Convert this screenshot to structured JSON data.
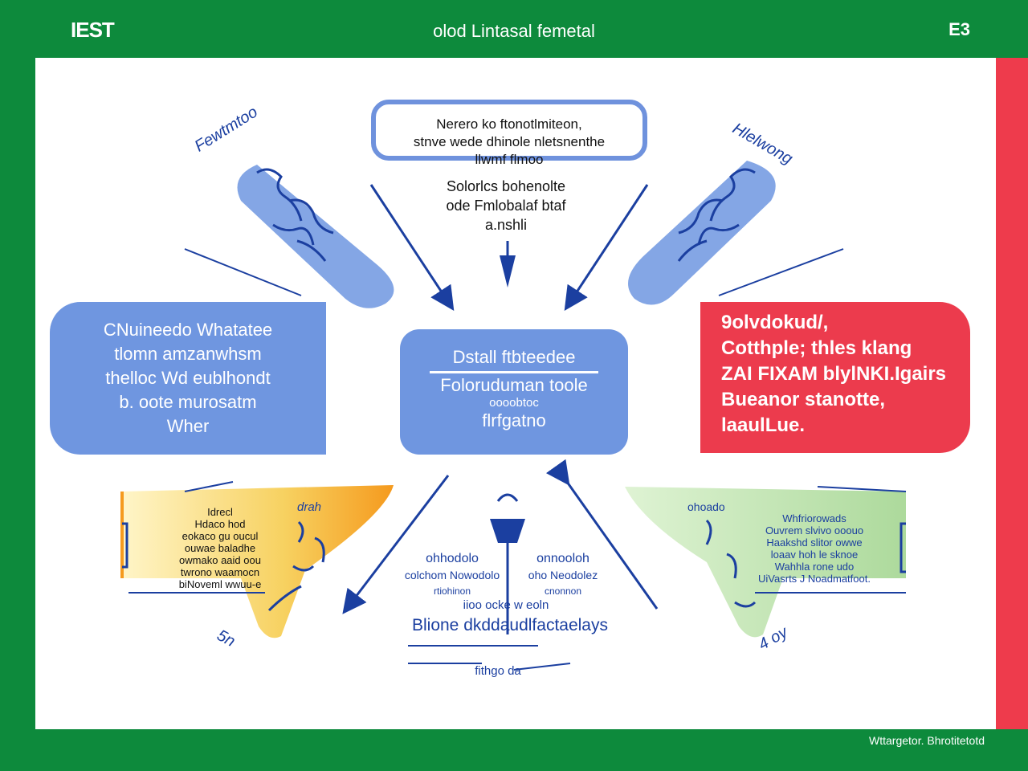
{
  "header": {
    "logo": "IEST",
    "title": "olod Lintasal femetal",
    "corner": "E3"
  },
  "footer": {
    "text": "Wttargetor. Bhrotitetotd"
  },
  "top": {
    "box_lines": [
      "Nerero ko ftonotlmiteon,",
      "stnve wede dhinole nletsnenthe",
      "llwmf flmoo"
    ],
    "text_lines": [
      "Solorlcs bohenolte",
      "ode Fmlobalaf btaf",
      "a.nshli"
    ]
  },
  "left_box": {
    "lines": [
      "CNuineedo Whatatee",
      "tlomn amzanwhsm",
      "thelloc Wd eublhondt",
      "b. oote murosatm",
      "Wher"
    ]
  },
  "center_box": {
    "lines": [
      "Dstall ftbteedee",
      "Foloruduman toole",
      "oooobtoc",
      "flrfgatno"
    ]
  },
  "right_box": {
    "lines": [
      "9olvdokud/,",
      "Cotthple; thles klang",
      "ZAI FIXAM blylNKI.Igairs",
      "Bueanor stanotte,",
      "laaulLue."
    ]
  },
  "hand_labels": {
    "top_left": "Fewtmtoo",
    "top_right": "Hlelwong",
    "bottom_left": "5n",
    "bottom_right": "4 oy"
  },
  "left_panel": {
    "title": "Idrecl",
    "lines": [
      "Hdaco hod",
      "eokaco gu oucul",
      "ouwae baladhe",
      "owmako aaid oou",
      "twrono waamocn",
      "biNoveml wwuu-e"
    ],
    "tag": "drah"
  },
  "right_panel": {
    "title": "ohoado",
    "lines": [
      "Whfriorowads",
      "Ouvrem slvivo ooouo",
      "Haakshd slitor owwe",
      "loaav hoh le sknoe",
      "Wahhla rone udo",
      "UiVasrts J Noadmatfoot."
    ]
  },
  "bottom": {
    "left_lines": [
      "ohhodolo",
      "colchom Nowodolo",
      "rtiohinon"
    ],
    "right_lines": [
      "onnooloh",
      "oho Neodolez",
      "cnonnon"
    ],
    "mid_line": "iioo ocke w eoln",
    "wide_line": "Blione dkddaudlfactaelays",
    "small_line": "fithgo da"
  },
  "colors": {
    "green": "#0d8a3c",
    "blue": "#6f96e0",
    "red": "#ec3b4d",
    "navy": "#1b3fa0",
    "yellow": "#f5c84a",
    "lightgreen": "#b9e3a8"
  }
}
